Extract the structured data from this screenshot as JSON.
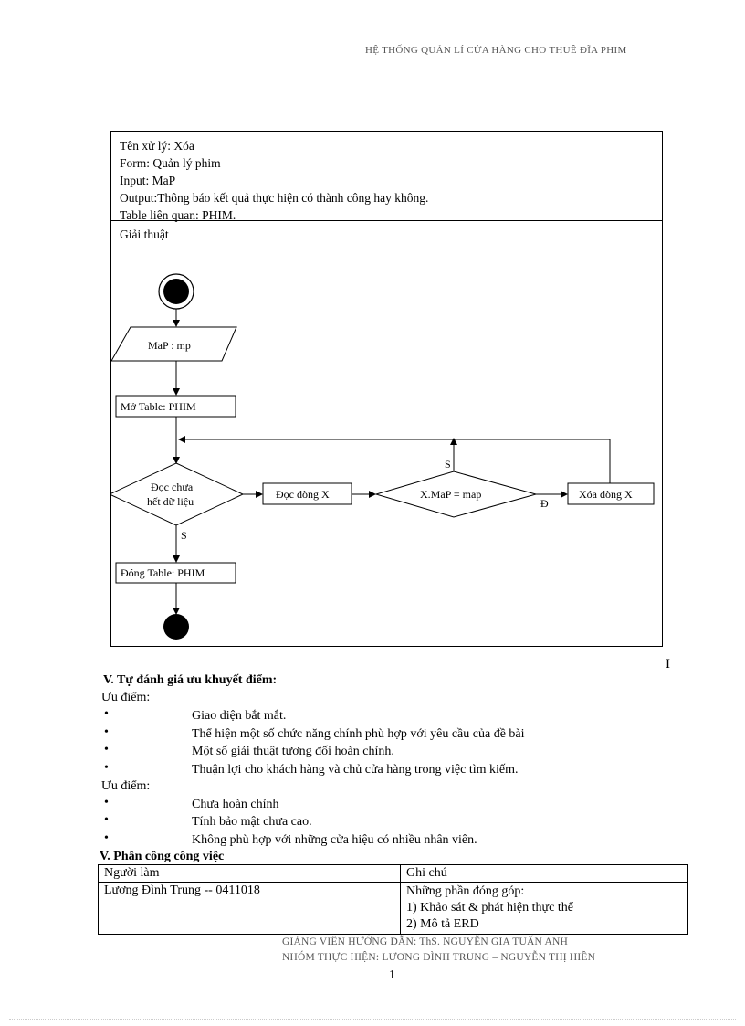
{
  "header": {
    "title": "HỆ THỐNG QUẢN LÍ CỬA HÀNG CHO THUÊ ĐĨA PHIM"
  },
  "process": {
    "lines": [
      "Tên xử lý:  Xóa",
      "Form:  Quản lý phim",
      "Input:  MaP",
      "Output:Thông  báo kết quả thực hiện  có thành  công  hay không.",
      "Table liên  quan:  PHIM."
    ],
    "algorithm_label": "Giải  thuật"
  },
  "flowchart": {
    "input_label": "MaP   : mp",
    "open_table": "Mở Table: PHIM",
    "decision_read": [
      "Đọc chưa",
      "hết dữ liệu"
    ],
    "read_row": "Đọc dòng X",
    "decision_match": "X.MaP  = map",
    "delete_row": "Xóa dòng X",
    "close_table": "Đóng Table: PHIM",
    "label_s_top": "S",
    "label_s_bottom": "S",
    "label_d": "Đ"
  },
  "stray_mark": "I",
  "evaluation": {
    "title": "V. Tự  đánh  giá ưu khuyết  điểm:",
    "pros_label": "Ưu điểm:",
    "pros": [
      "Giao  diện bắt mắt.",
      "Thể  hiện  một số chức năng  chính  phù hợp với yêu cầu của đề bài",
      "Một số giải  thuật  tương  đối hoàn chỉnh.",
      "Thuận lợi cho khách hàng và chủ cửa hàng trong  việc tìm kiếm."
    ],
    "cons_label": "Ưu điểm:",
    "cons": [
      "Chưa hoàn chỉnh",
      "Tính  bảo mật chưa cao.",
      "Không  phù hợp với những  cửa hiệu có nhiều  nhân  viên."
    ],
    "bullet_symbol": "•"
  },
  "assignment": {
    "title": "V. Phân  công  công  việc",
    "headers": [
      "Người làm",
      "Ghi chú"
    ],
    "rows": [
      {
        "person": "Lương  Đình  Trung  -- 0411018",
        "notes": [
          "Những  phần  đóng góp:",
          "1) Khảo sát & phát hiện  thực thể",
          "2) Mô tả ERD"
        ]
      }
    ]
  },
  "footer": {
    "line1": "GIẢNG  VIÊN  HƯỚNG  DẪN:  ThS. NGUYỄN   GIA TUẤN ANH",
    "line2": "NHÓM  THỰC HIỆN:  LƯƠNG  ĐÌNH TRUNG  – NGUYỄN   THỊ HIỀN",
    "page_number": "1"
  }
}
